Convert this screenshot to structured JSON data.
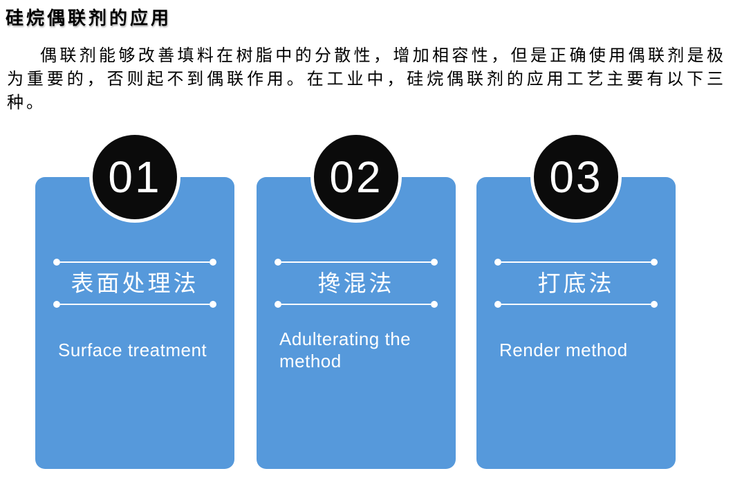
{
  "header": {
    "title": "硅烷偶联剂的应用"
  },
  "intro": {
    "text": "偶联剂能够改善填料在树脂中的分散性，增加相容性，但是正确使用偶联剂是极为重要的，否则起不到偶联作用。在工业中，硅烷偶联剂的应用工艺主要有以下三种。"
  },
  "colors": {
    "card_blue": "#5699DB",
    "badge_black": "#0B0B0B",
    "card_text_white": "#FFFFFF",
    "body_text": "#000000"
  },
  "cards": [
    {
      "number": "01",
      "title_cn": "表面处理法",
      "title_en": "Surface treatment"
    },
    {
      "number": "02",
      "title_cn": "搀混法",
      "title_en": "Adulterating the method"
    },
    {
      "number": "03",
      "title_cn": "打底法",
      "title_en": "Render method"
    }
  ]
}
